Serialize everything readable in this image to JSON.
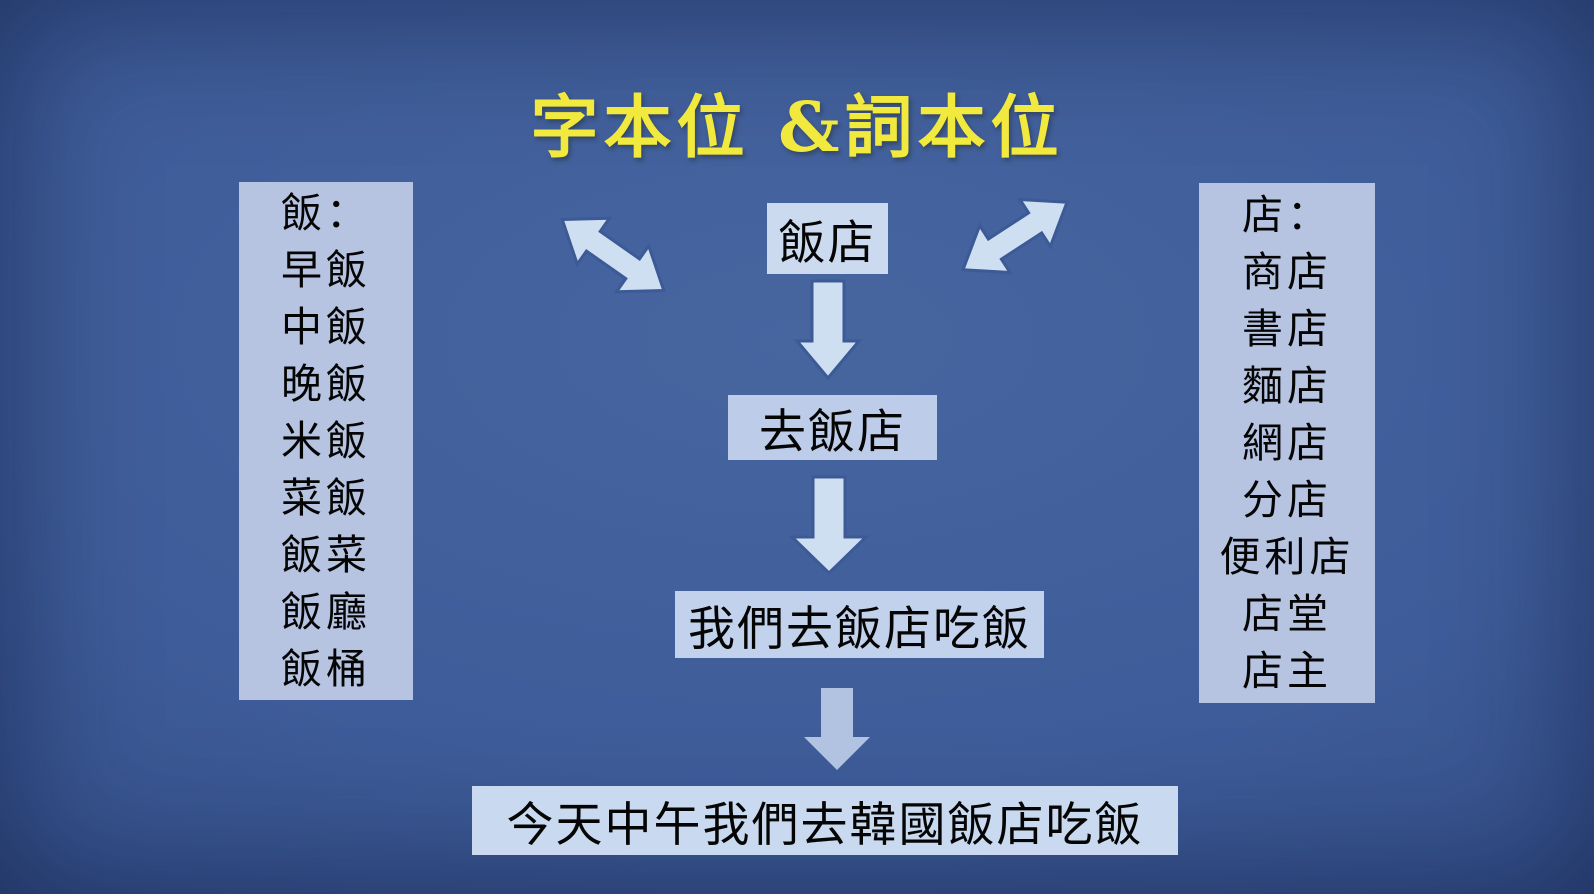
{
  "title": "字本位 &詞本位",
  "left_panel": {
    "lines": [
      "飯：",
      "早飯",
      "中飯",
      "晚飯",
      "米飯",
      "菜飯",
      "飯菜",
      "飯廳",
      "飯桶"
    ]
  },
  "right_panel": {
    "lines": [
      "店：",
      "商店",
      "書店",
      "麵店",
      "網店",
      "分店",
      "便利店",
      "店堂",
      "店主"
    ]
  },
  "flow": {
    "steps": [
      "飯店",
      "去飯店",
      "我們去飯店吃飯",
      "今天中午我們去韓國飯店吃飯"
    ]
  },
  "icons": {
    "double_arrow_left": "double-headed-diagonal-arrow",
    "double_arrow_right": "double-headed-diagonal-arrow",
    "down_arrows": "block-down-arrow"
  },
  "colors": {
    "background_center": "#47659f",
    "background_edge": "#2b4273",
    "panel_bg": "#b6c4e2",
    "step1_bg": "#cbdaef",
    "step2_bg": "#bdcce8",
    "step3_bg": "#c3d2ec",
    "step4_bg": "#c9d9ef",
    "arrow_fill": "#cfdff2",
    "arrow_fill_light": "#b2c3e2",
    "arrow_outline": "#3c5a96",
    "title_color": "#f2e93e",
    "text_color": "#050505"
  }
}
